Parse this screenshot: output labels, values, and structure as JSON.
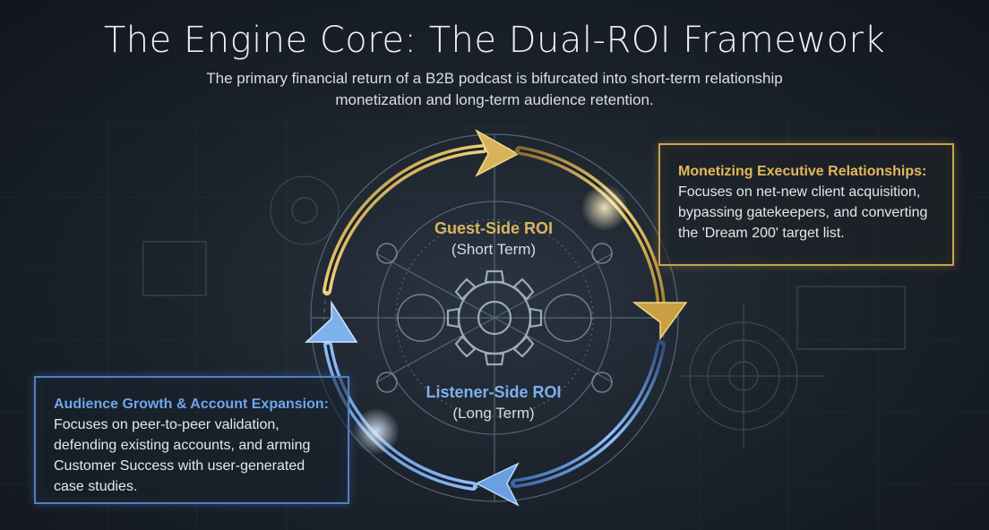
{
  "header": {
    "title": "The Engine Core: The Dual-ROI Framework",
    "subtitle": "The primary financial return of a B2B podcast is bifurcated into short-term relationship monetization and long-term audience retention."
  },
  "guest_side": {
    "label": "Guest-Side ROI",
    "term": "(Short Term)"
  },
  "listener_side": {
    "label": "Listener-Side ROI",
    "term": "(Long Term)"
  },
  "callout_executive": {
    "heading": "Monetizing Executive Relationships:",
    "body": "Focuses on net-new client acquisition, bypassing gatekeepers, and converting the 'Dream 200' target list."
  },
  "callout_audience": {
    "heading": "Audience Growth & Account Expansion:",
    "body": "Focuses on peer-to-peer validation, defending existing accounts, and arming Customer Success with user-generated case studies."
  },
  "colors": {
    "gold": "#c9a24a",
    "blue": "#4f80c4",
    "background": "#1c232c"
  },
  "icons": [
    "gear-icon",
    "cycle-arrows"
  ]
}
